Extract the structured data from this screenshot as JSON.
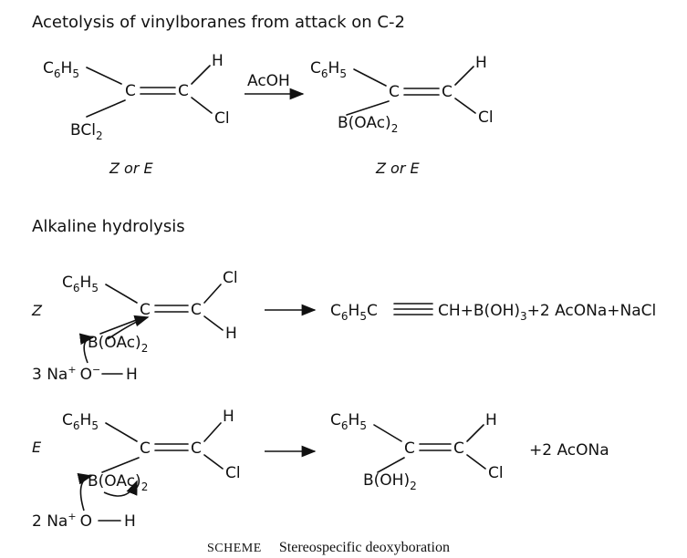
{
  "section1": {
    "title": "Acetolysis of vinylboranes from attack on C-2",
    "reactant": {
      "phenyl": "C",
      "phenyl_sub": "6",
      "phenyl_tail": "H",
      "phenyl_sub2": "5",
      "carbon": "C",
      "carbon2": "C",
      "hydrogen": "H",
      "chlorine": "Cl",
      "boron_group": "BCl",
      "boron_sub": "2",
      "isomer": "Z or E"
    },
    "reagent": "AcOH",
    "product": {
      "phenyl": "C",
      "phenyl_sub": "6",
      "phenyl_tail": "H",
      "phenyl_sub2": "5",
      "carbon": "C",
      "carbon2": "C",
      "hydrogen": "H",
      "chlorine": "Cl",
      "boron_group": "B(OAc)",
      "boron_sub": "2",
      "isomer": "Z or E"
    }
  },
  "section2": {
    "title": "Alkaline hydrolysis",
    "z_case": {
      "label": "Z",
      "phenyl": "C",
      "phenyl_sub": "6",
      "phenyl_tail": "H",
      "phenyl_sub2": "5",
      "carbon": "C",
      "carbon2": "C",
      "chlorine": "Cl",
      "hydrogen": "H",
      "boron_group": "B(OAc)",
      "boron_sub": "2",
      "base": "3 Na",
      "base_charge": "+",
      "oxygen": "O",
      "oxygen_charge": "−",
      "base_h": "H",
      "product_a": "C",
      "product_a_sub": "6",
      "product_a_mid": "H",
      "product_a_sub2": "5",
      "product_a_tail": "C",
      "product_b": "CH+B(OH)",
      "product_b_sub": "3",
      "product_c": "+2 AcONa+NaCl"
    },
    "e_case": {
      "label": "E",
      "phenyl": "C",
      "phenyl_sub": "6",
      "phenyl_tail": "H",
      "phenyl_sub2": "5",
      "carbon": "C",
      "carbon2": "C",
      "hydrogen": "H",
      "chlorine": "Cl",
      "boron_group": "B(OAc)",
      "boron_sub": "2",
      "base": "2 Na",
      "base_charge": "+",
      "oxygen": "O",
      "base_h": "H",
      "prod_phenyl": "C",
      "prod_phenyl_sub": "6",
      "prod_phenyl_tail": "H",
      "prod_phenyl_sub2": "5",
      "prod_carbon": "C",
      "prod_carbon2": "C",
      "prod_hydrogen": "H",
      "prod_chlorine": "Cl",
      "prod_boron": "B(OH)",
      "prod_boron_sub": "2",
      "byproduct": "+2 AcONa"
    }
  },
  "caption": {
    "label": "SCHEME",
    "text": "Stereospecific deoxyboration"
  }
}
